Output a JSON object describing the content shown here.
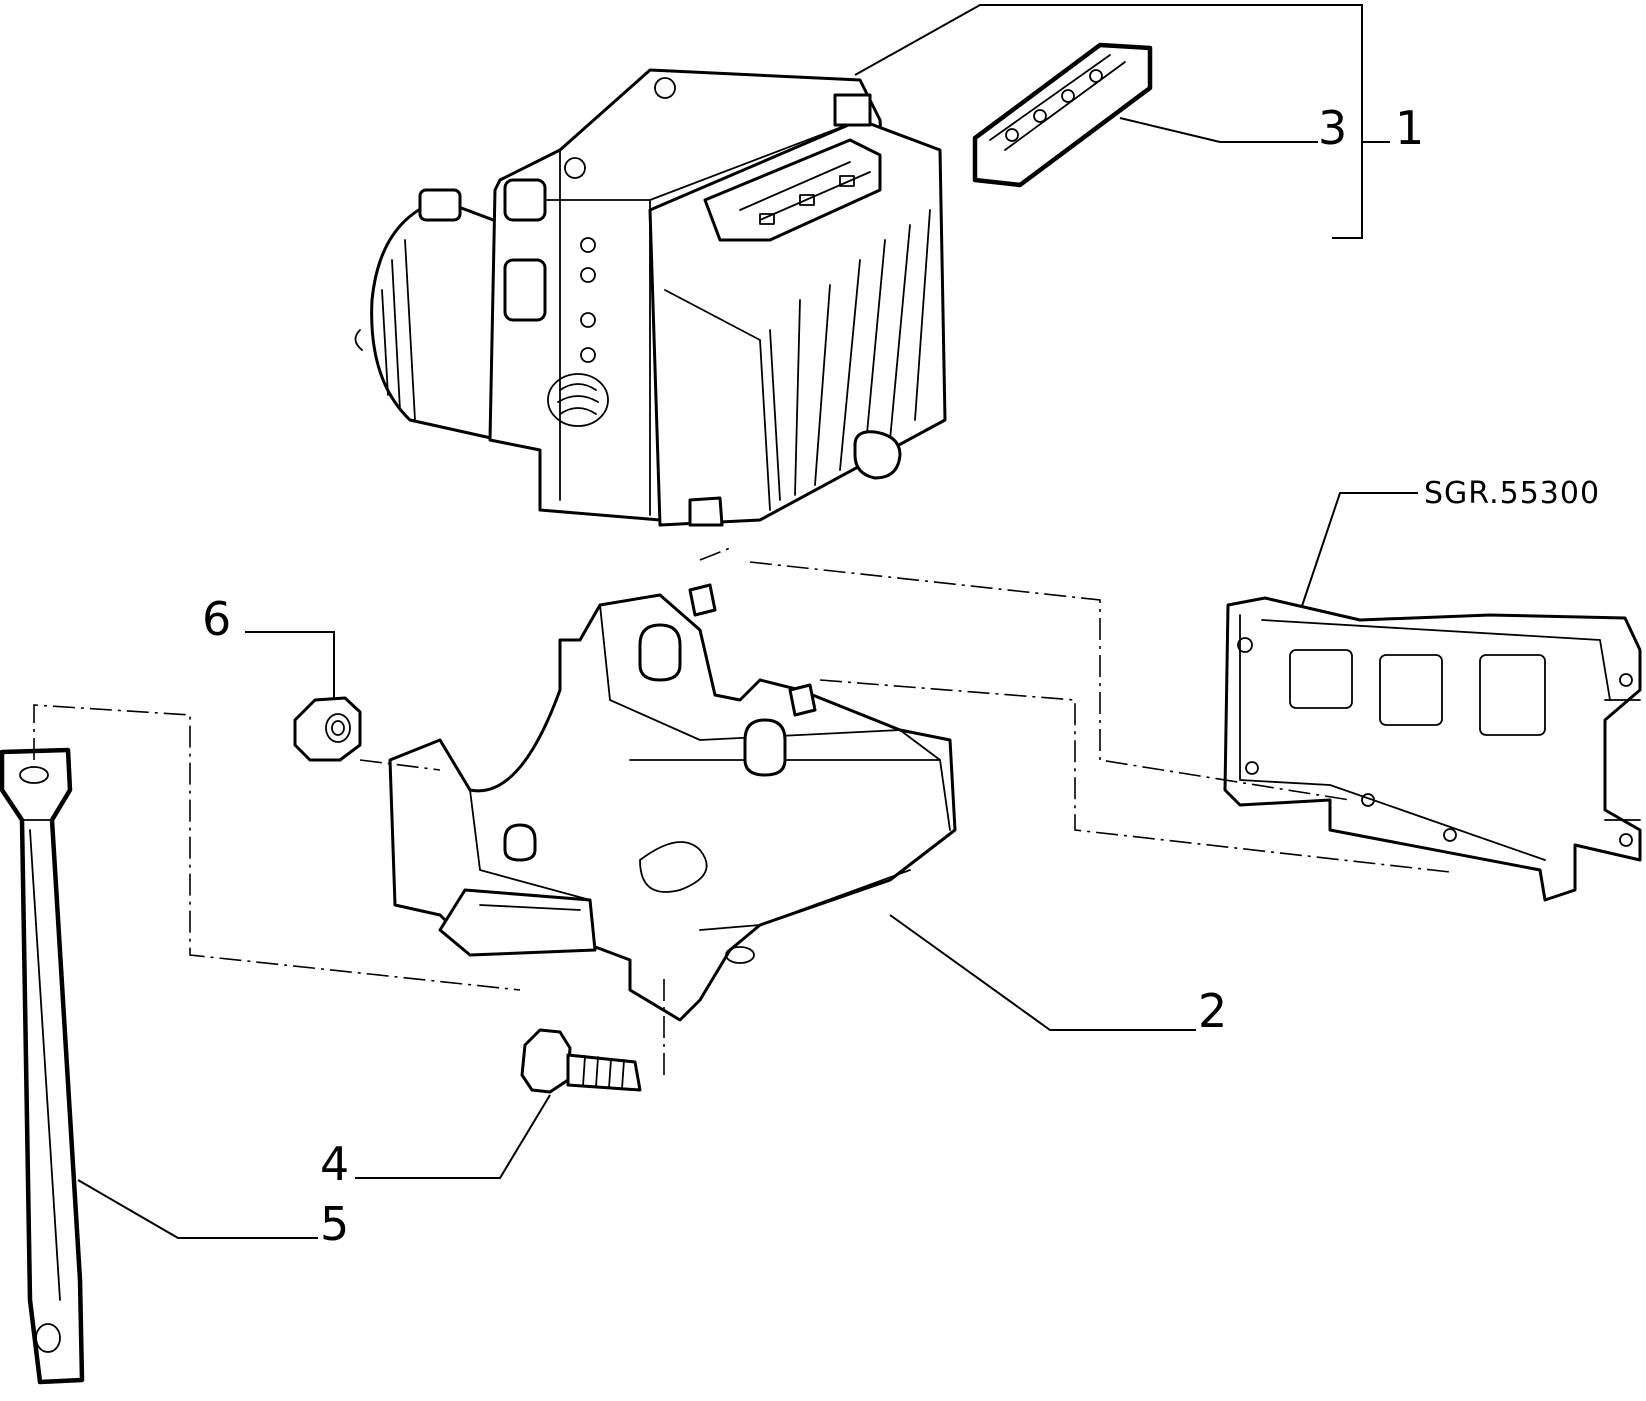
{
  "diagram": {
    "reference_code": "SGR.55300",
    "callouts": [
      {
        "id": "1",
        "label": "1"
      },
      {
        "id": "2",
        "label": "2"
      },
      {
        "id": "3",
        "label": "3"
      },
      {
        "id": "4",
        "label": "4"
      },
      {
        "id": "5",
        "label": "5"
      },
      {
        "id": "6",
        "label": "6"
      }
    ]
  }
}
